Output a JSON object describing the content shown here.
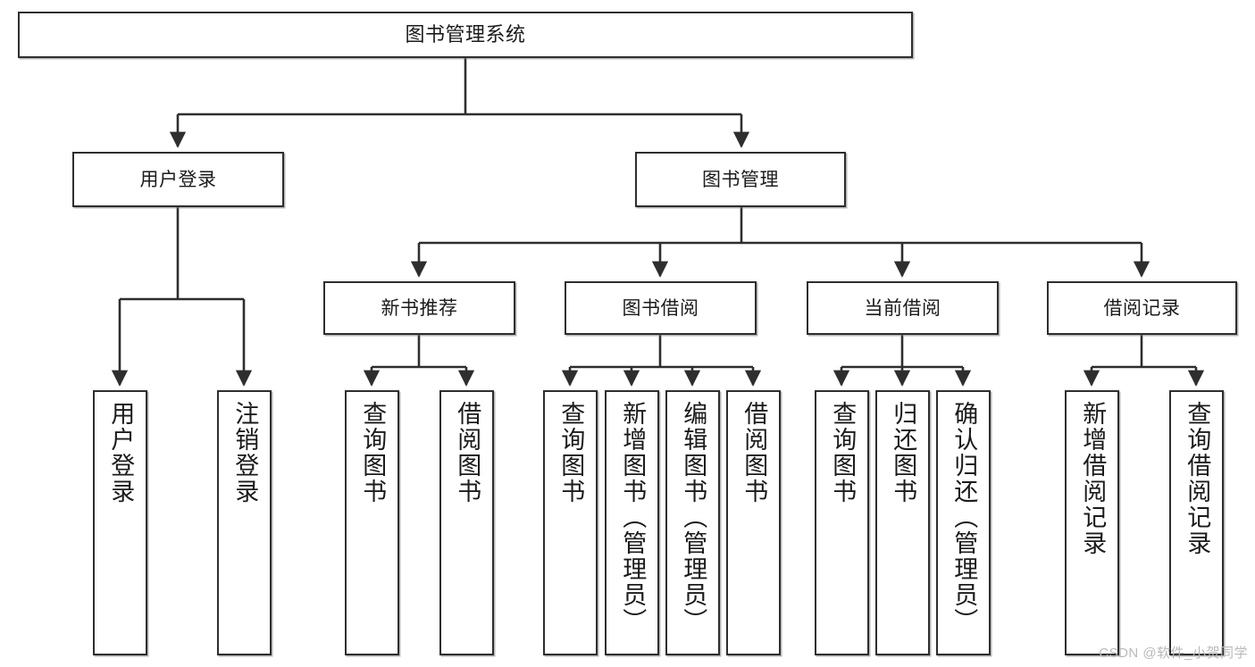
{
  "diagram": {
    "title": "图书管理系统",
    "type": "tree-hierarchy",
    "root": {
      "id": "root",
      "label": "图书管理系统"
    },
    "tier2": [
      {
        "id": "user-login",
        "label": "用户登录"
      },
      {
        "id": "book-management",
        "label": "图书管理"
      }
    ],
    "tier3": [
      {
        "id": "new-book-recommend",
        "label": "新书推荐"
      },
      {
        "id": "book-borrow",
        "label": "图书借阅"
      },
      {
        "id": "current-borrow",
        "label": "当前借阅"
      },
      {
        "id": "borrow-record",
        "label": "借阅记录"
      }
    ],
    "leaves": {
      "user_login": [
        {
          "id": "leaf-user-login",
          "label": "用户登录"
        },
        {
          "id": "leaf-logout",
          "label": "注销登录"
        }
      ],
      "new_book_recommend": [
        {
          "id": "leaf-query-book-1",
          "label": "查询图书"
        },
        {
          "id": "leaf-borrow-book-1",
          "label": "借阅图书"
        }
      ],
      "book_borrow": [
        {
          "id": "leaf-query-book-2",
          "label": "查询图书"
        },
        {
          "id": "leaf-add-book",
          "label": "新增图书（管理员）"
        },
        {
          "id": "leaf-edit-book",
          "label": "编辑图书（管理员）"
        },
        {
          "id": "leaf-borrow-book-2",
          "label": "借阅图书"
        }
      ],
      "current_borrow": [
        {
          "id": "leaf-query-book-3",
          "label": "查询图书"
        },
        {
          "id": "leaf-return-book",
          "label": "归还图书"
        },
        {
          "id": "leaf-confirm-return",
          "label": "确认归还（管理员）"
        }
      ],
      "borrow_record": [
        {
          "id": "leaf-add-record",
          "label": "新增借阅记录"
        },
        {
          "id": "leaf-query-record",
          "label": "查询借阅记录"
        }
      ]
    }
  },
  "watermark": {
    "text": "CSDN @软件_小贺同学"
  },
  "colors": {
    "stroke": "#2e2e2e",
    "fill": "#ffffff",
    "text": "#1b1b1b",
    "watermark": "#b9b9b9"
  }
}
